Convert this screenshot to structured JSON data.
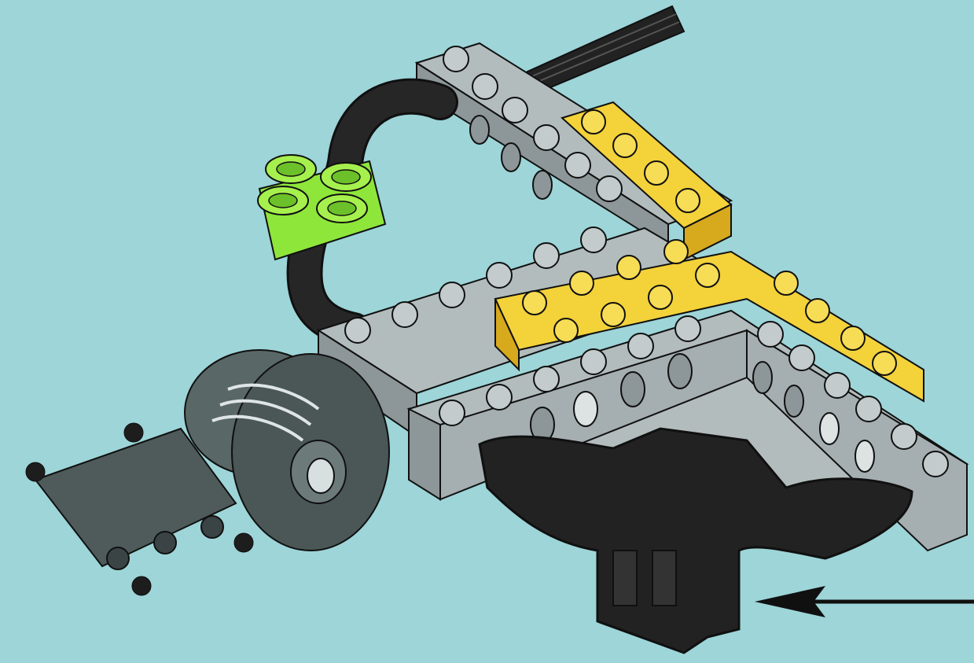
{
  "colors": {
    "background": "#9dd5d8",
    "light_gray_beam": "#b3bcbd",
    "light_gray_shade": "#8d9698",
    "dark_gray_motor": "#4f5b5b",
    "yellow_plate": "#f3d23a",
    "yellow_shade": "#d7a91c",
    "lime_connector": "#8ee63a",
    "black_cable": "#222222",
    "outline": "#101010"
  },
  "icons": {
    "instruction_arrow": "left-arrow-icon"
  },
  "parts": [
    "light-gray-technic-beam",
    "yellow-plate",
    "lime-pin-connector",
    "dark-gray-motor",
    "black-cable",
    "black-sensor-block"
  ]
}
